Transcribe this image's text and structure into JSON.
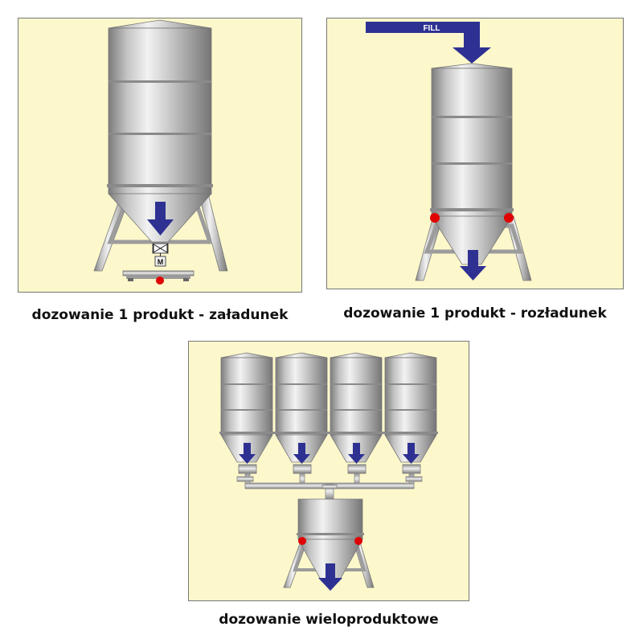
{
  "colors": {
    "panel_background": "#fdf8cc",
    "arrow": "#2e3192",
    "sensor": "#e00000",
    "steel": "#b8b8b8"
  },
  "captions": {
    "panel_1": "dozowanie 1 produkt - załadunek",
    "panel_2": "dozowanie 1 produkt - rozładunek",
    "panel_3": "dozowanie wieloproduktowe"
  },
  "labels": {
    "fill": "FILL",
    "motor": "M"
  },
  "icons": [
    "silo-icon",
    "arrow-down-icon",
    "valve-icon",
    "motor-icon",
    "scale-icon",
    "load-cell-icon",
    "pipe-icon"
  ]
}
